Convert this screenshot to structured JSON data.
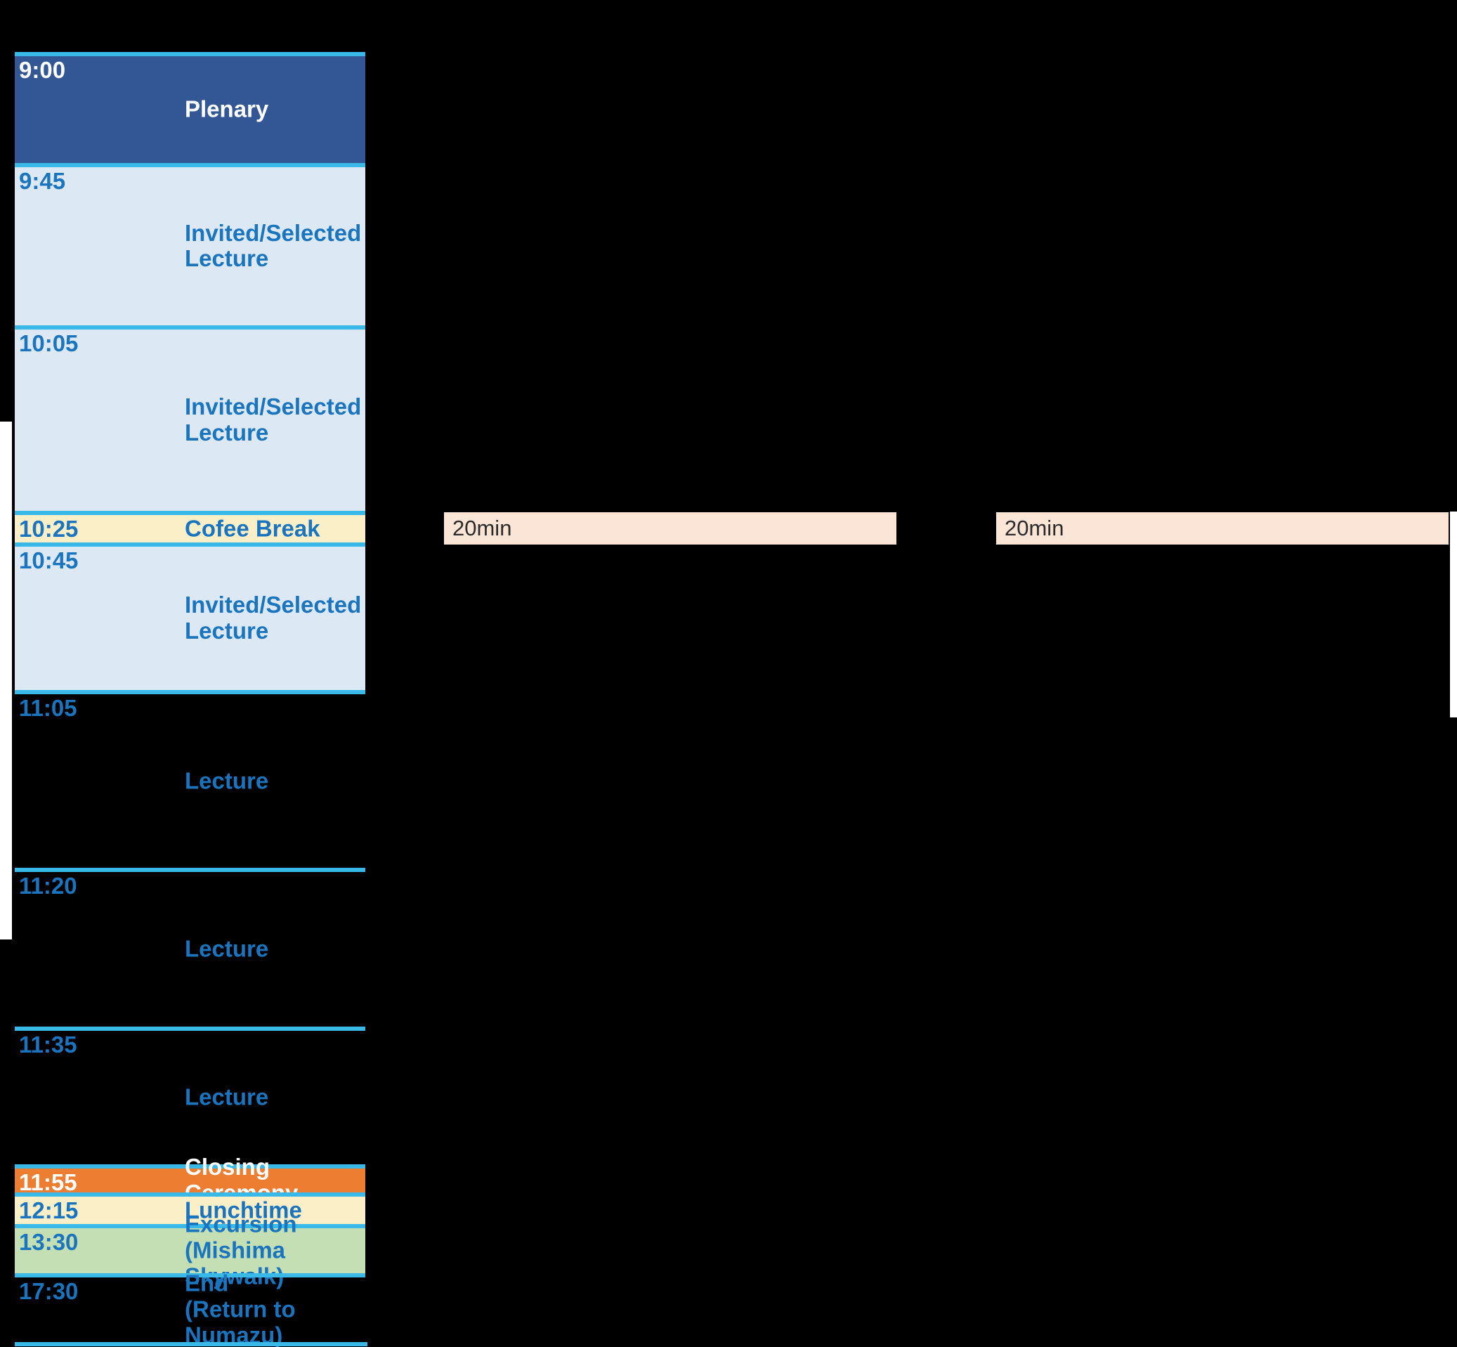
{
  "colors": {
    "background": "#000000",
    "divider_cyan": "#38B9E8",
    "plenary_blue": "#335795",
    "lecture_light_blue": "#DCE9F5",
    "break_yellow": "#FBEFC8",
    "closing_orange": "#ED7D31",
    "excursion_green": "#C3DFB3",
    "duration_bar_peach": "#FBE5D6",
    "text_blue": "#1A74BE",
    "text_white": "#FFFFFF",
    "duration_text": "#2B2B2B"
  },
  "schedule": {
    "rows": [
      {
        "time": "9:00",
        "label": "Plenary"
      },
      {
        "time": "9:45",
        "label": "Invited/Selected\nLecture"
      },
      {
        "time": "10:05",
        "label": "Invited/Selected\nLecture"
      },
      {
        "time": "10:25",
        "label": "Cofee Break"
      },
      {
        "time": "10:45",
        "label": "Invited/Selected\nLecture"
      },
      {
        "time": "11:05",
        "label": "Lecture"
      },
      {
        "time": "11:20",
        "label": "Lecture"
      },
      {
        "time": "11:35",
        "label": "Lecture"
      },
      {
        "time": "11:55",
        "label": "Closing Ceremony"
      },
      {
        "time": "12:15",
        "label": "Lunchtime"
      },
      {
        "time": "13:30",
        "label": "Excursion\n(Mishima Skywalk)"
      },
      {
        "time": "17:30",
        "label": "End\n(Return to Numazu)"
      }
    ],
    "duration_bars": [
      {
        "label": "20min"
      },
      {
        "label": "20min"
      }
    ]
  }
}
